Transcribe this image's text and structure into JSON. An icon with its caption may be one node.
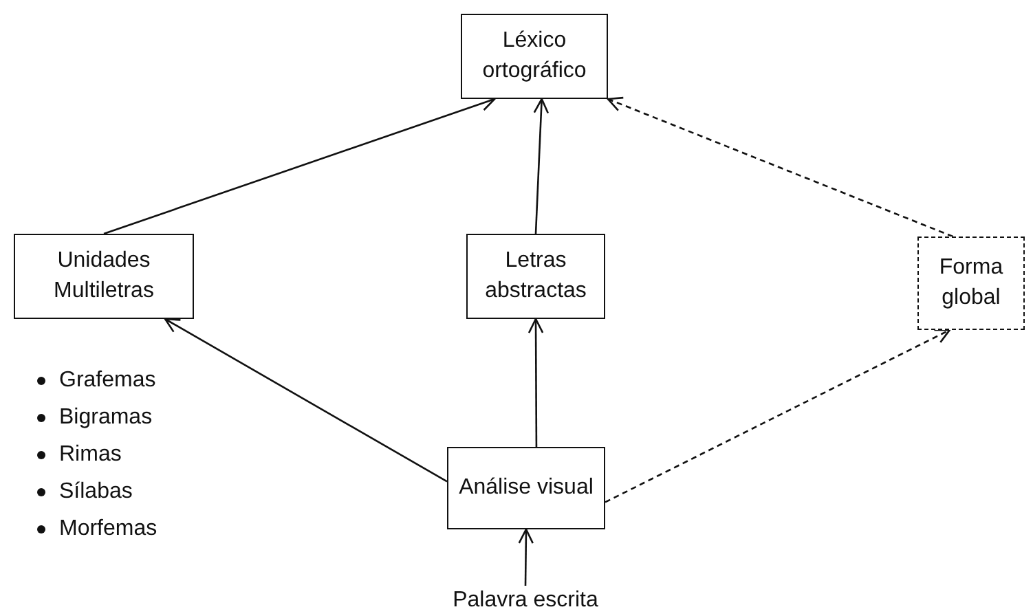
{
  "diagram": {
    "nodes": [
      {
        "text": [
          "Léxico ortográfico"
        ]
      },
      {
        "text": [
          "Unidades Multiletras"
        ]
      },
      {
        "text": [
          "Letras abstractas"
        ]
      },
      {
        "text": [
          "Forma global"
        ]
      },
      {
        "text": [
          "Análise visual"
        ]
      },
      {
        "text": [
          "Palavra escrita"
        ]
      }
    ],
    "edges": [
      {
        "from": 1,
        "to": 0,
        "arrow": "to"
      },
      {
        "from": 2,
        "to": 0,
        "arrow": "to"
      },
      {
        "from": 3,
        "to": 0,
        "arrow": "to",
        "style": "dashed"
      },
      {
        "from": 4,
        "to": 1,
        "arrow": "to"
      },
      {
        "from": 4,
        "to": 2,
        "arrow": "to"
      },
      {
        "from": 4,
        "to": 3,
        "arrow": "to",
        "style": "dashed"
      },
      {
        "from": 5,
        "to": 4,
        "arrow": "to"
      }
    ],
    "labels": [
      "Grafemas",
      "Bigramas",
      "Rimas",
      "Sílabas",
      "Morfemas"
    ]
  }
}
